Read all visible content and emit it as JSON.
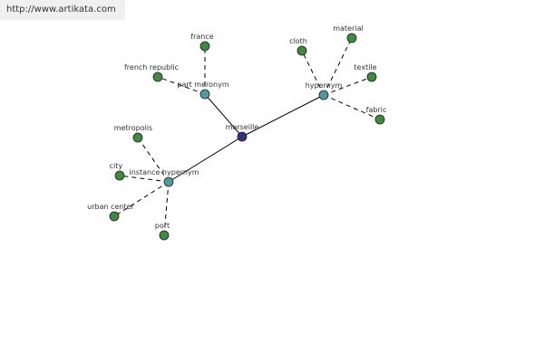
{
  "banner": {
    "url_text": "http://www.artikata.com"
  },
  "colors": {
    "center": "#33337a",
    "relation": "#4f9b9b",
    "leaf": "#3f8a3f"
  },
  "graph": {
    "nodes": [
      {
        "id": "marseille",
        "label": "marseille",
        "kind": "center"
      },
      {
        "id": "part-meronym",
        "label": "part meronym",
        "kind": "relation"
      },
      {
        "id": "hypernym",
        "label": "hypernym",
        "kind": "relation"
      },
      {
        "id": "instance-hypernym",
        "label": "instance hypernym",
        "kind": "relation"
      },
      {
        "id": "france",
        "label": "france",
        "kind": "leaf"
      },
      {
        "id": "french-republic",
        "label": "french republic",
        "kind": "leaf"
      },
      {
        "id": "cloth",
        "label": "cloth",
        "kind": "leaf"
      },
      {
        "id": "material",
        "label": "material",
        "kind": "leaf"
      },
      {
        "id": "textile",
        "label": "textile",
        "kind": "leaf"
      },
      {
        "id": "fabric",
        "label": "fabric",
        "kind": "leaf"
      },
      {
        "id": "metropolis",
        "label": "metropolis",
        "kind": "leaf"
      },
      {
        "id": "city",
        "label": "city",
        "kind": "leaf"
      },
      {
        "id": "urban-center",
        "label": "urban center",
        "kind": "leaf"
      },
      {
        "id": "port",
        "label": "port",
        "kind": "leaf"
      }
    ],
    "edges": [
      {
        "from": "marseille",
        "to": "part-meronym",
        "style": "solid"
      },
      {
        "from": "marseille",
        "to": "hypernym",
        "style": "solid"
      },
      {
        "from": "marseille",
        "to": "instance-hypernym",
        "style": "solid"
      },
      {
        "from": "part-meronym",
        "to": "france",
        "style": "dashed"
      },
      {
        "from": "part-meronym",
        "to": "french-republic",
        "style": "dashed"
      },
      {
        "from": "hypernym",
        "to": "cloth",
        "style": "dashed"
      },
      {
        "from": "hypernym",
        "to": "material",
        "style": "dashed"
      },
      {
        "from": "hypernym",
        "to": "textile",
        "style": "dashed"
      },
      {
        "from": "hypernym",
        "to": "fabric",
        "style": "dashed"
      },
      {
        "from": "instance-hypernym",
        "to": "metropolis",
        "style": "dashed"
      },
      {
        "from": "instance-hypernym",
        "to": "city",
        "style": "dashed"
      },
      {
        "from": "instance-hypernym",
        "to": "urban-center",
        "style": "dashed"
      },
      {
        "from": "instance-hypernym",
        "to": "port",
        "style": "dashed"
      }
    ]
  }
}
